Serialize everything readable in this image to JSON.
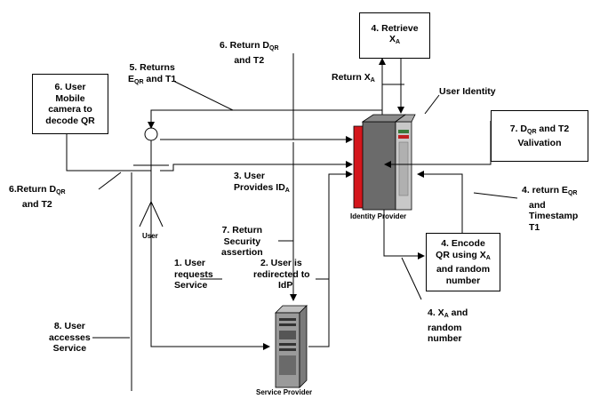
{
  "boxes": {
    "retrieve_line1": "4. Retrieve",
    "retrieve_xa": "X",
    "retrieve_xa_sub": "A",
    "camera": "6. User\nMobile\ncamera to\ndecode QR",
    "validation": "7. D",
    "validation_sub": "QR",
    "validation_rest": " and T2",
    "validation_line2": "Valivation",
    "encode_line1": "4. Encode",
    "encode_line2a": "QR using X",
    "encode_line2_sub": "A",
    "encode_line3": "and random",
    "encode_line4": "number"
  },
  "labels": {
    "return_dqr_t2_top_a": "6. Return D",
    "return_dqr_t2_top_sub": "QR",
    "return_dqr_t2_top_b": "and T2",
    "returns_eqr_a": "5. Returns",
    "returns_eqr_b": "E",
    "returns_eqr_sub": "QR",
    "returns_eqr_c": " and T1",
    "return_xa": "Return X",
    "return_xa_sub": "A",
    "user_identity": "User Identity",
    "user_provides_a": "3. User",
    "user_provides_b": "Provides ID",
    "user_provides_sub": "A",
    "return_dqr_left_a": "6.Return D",
    "return_dqr_left_sub": "QR",
    "return_dqr_left_b": "and T2",
    "return_eqr_right_a": "4. return E",
    "return_eqr_right_sub": "QR",
    "return_eqr_right_b": "and",
    "return_eqr_right_c": "Timestamp",
    "return_eqr_right_d": "T1",
    "return_security_a": "7. Return",
    "return_security_b": "Security",
    "return_security_c": "assertion",
    "user_requests_a": "1. User",
    "user_requests_b": "requests",
    "user_requests_c": "Service",
    "redirected_a": "2. User is",
    "redirected_b": "redirected to",
    "redirected_c": "IdP",
    "xa_random_a": "4. X",
    "xa_random_sub": "A",
    "xa_random_b": " and",
    "xa_random_c": "random",
    "xa_random_d": "number",
    "user_accesses_a": "8. User",
    "user_accesses_b": "accesses",
    "user_accesses_c": "Service",
    "user": "User",
    "identity_provider": "Identity Provider",
    "service_provider": "Service Provider"
  },
  "colors": {
    "idp_red": "#d4161c",
    "idp_dark": "#6b6b6b",
    "idp_light": "#c8c8c8",
    "sp_gray": "#9a9a9a"
  }
}
